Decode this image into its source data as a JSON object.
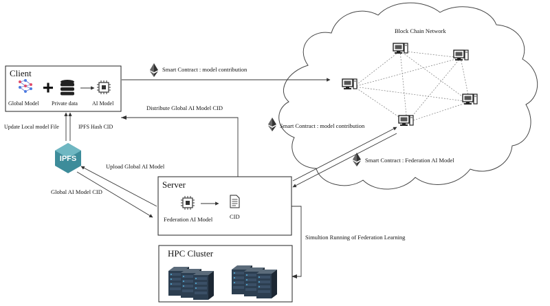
{
  "client": {
    "title": "Client",
    "global_model": "Global Model",
    "private_data": "Private data",
    "ai_model": "AI Model",
    "icons": [
      "neural-network-icon",
      "plus-icon",
      "database-icon",
      "arrow-right-icon",
      "chip-icon"
    ]
  },
  "ipfs": {
    "logo_text": "IPFS",
    "update_local": "Update Local model File",
    "hash_cid": "IPFS Hash CID",
    "upload_global": "Upload Global AI Model",
    "global_cid": "Global AI Model CID"
  },
  "server": {
    "title": "Server",
    "federation_model": "Federation AI Model",
    "cid": "CID",
    "distribute": "Distribute Global AI Model CID"
  },
  "blockchain": {
    "title": "Block Chain Network",
    "contract_top": "Smart Contract : model contribution",
    "contract_mid": "Smart Contract : model contribution",
    "contract_fed": "Smart Contract : Federation AI Model"
  },
  "hpc": {
    "title": "HPC Cluster",
    "simulation": "Simultion Running  of Federation Learning"
  },
  "colors": {
    "ethereum": "#222222",
    "ipfs": "#3d8c9a",
    "server_rack": "#2c3e50",
    "led": "#5ad1ff"
  }
}
